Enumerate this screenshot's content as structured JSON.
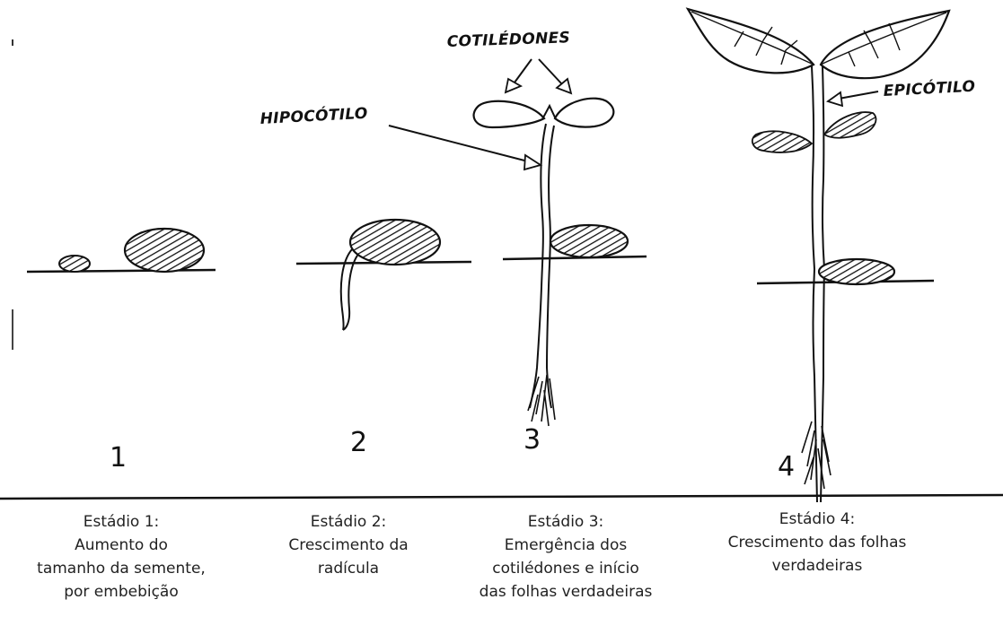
{
  "labels": {
    "cotiledones": "COTILÉDONES",
    "hipocotilo": "HIPOCÓTILO",
    "epicotilo": "EPICÓTILO"
  },
  "stages": [
    {
      "number": "1",
      "caption": [
        "Estádio 1:",
        "Aumento do",
        "tamanho da semente,",
        "por embebição"
      ]
    },
    {
      "number": "2",
      "caption": [
        "Estádio 2:",
        "Crescimento da",
        "radícula"
      ]
    },
    {
      "number": "3",
      "caption": [
        "Estádio 3:",
        "Emergência dos",
        "cotilédones e início",
        "das folhas verdadeiras"
      ]
    },
    {
      "number": "4",
      "caption": [
        "Estádio 4:",
        "Crescimento das folhas",
        "verdadeiras"
      ]
    }
  ],
  "colors": {
    "ink": "#111111",
    "caption": "#222222"
  }
}
